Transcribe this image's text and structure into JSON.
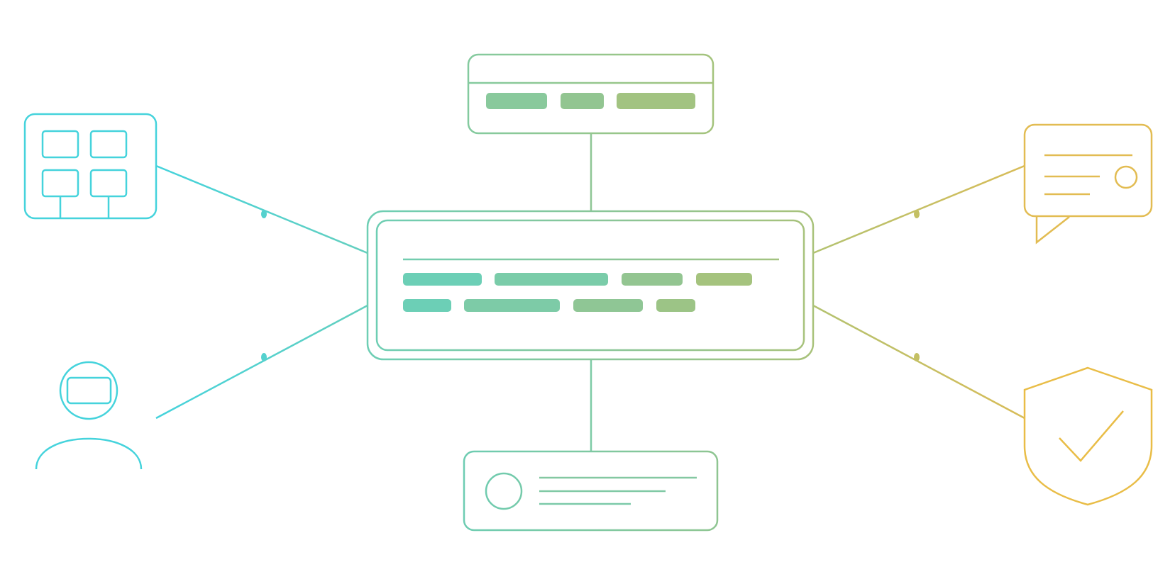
{
  "colors": {
    "cyan": "#45D3DC",
    "teal": "#6DCCB2",
    "green": "#8CC695",
    "olive": "#A5C37C",
    "gold": "#E2BC52",
    "yellow": "#E9BD47"
  },
  "nodes": {
    "center": {
      "icon": "text-document-card"
    },
    "top": {
      "icon": "browser-window"
    },
    "bottom": {
      "icon": "profile-card"
    },
    "top_left": {
      "icon": "grid-apps"
    },
    "bottom_left": {
      "icon": "user"
    },
    "top_right": {
      "icon": "chat-bubble"
    },
    "bottom_right": {
      "icon": "shield-check"
    }
  }
}
